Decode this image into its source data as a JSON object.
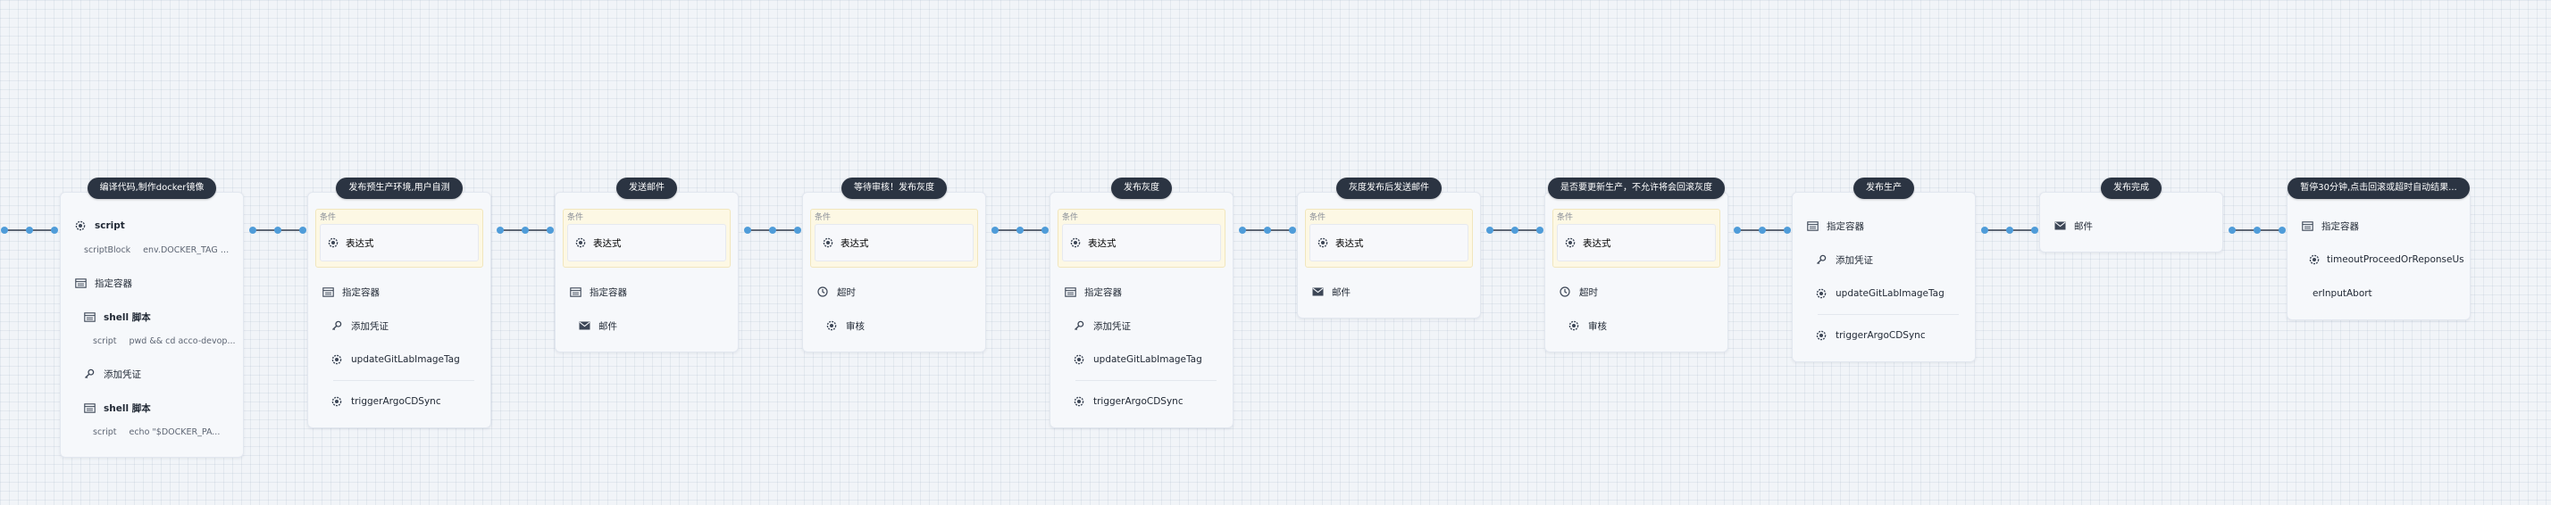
{
  "stages": [
    {
      "title": "编译代码,制作docker镜像",
      "condition": null,
      "steps": [
        {
          "icon": "gear-icon",
          "label": "script",
          "sub": [
            {
              "key": "scriptBlock",
              "value": "env.DOCKER_TAG = \"..."
            }
          ]
        },
        {
          "icon": "container-icon",
          "label": "指定容器"
        },
        {
          "icon": "container-icon",
          "label": "shell 脚本",
          "indent": true,
          "sub": [
            {
              "key": "script",
              "value": "pwd && cd acco-devop..."
            }
          ]
        },
        {
          "icon": "key-icon",
          "label": "添加凭证",
          "indent": true
        },
        {
          "icon": "container-icon",
          "label": "shell 脚本",
          "indent": true,
          "sub": [
            {
              "key": "script",
              "value": "echo \"$DOCKER_PA..."
            }
          ]
        }
      ]
    },
    {
      "title": "发布预生产环境,用户自测",
      "condition": {
        "label": "条件",
        "expr": "表达式"
      },
      "steps": [
        {
          "icon": "container-icon",
          "label": "指定容器"
        },
        {
          "icon": "key-icon",
          "label": "添加凭证",
          "indent": true
        },
        {
          "icon": "gear-icon",
          "label": "updateGitLabImageTag",
          "indent": true
        },
        {
          "icon": "gear-icon",
          "label": "triggerArgoCDSync",
          "indent": true
        }
      ]
    },
    {
      "title": "发送邮件",
      "condition": {
        "label": "条件",
        "expr": "表达式"
      },
      "steps": [
        {
          "icon": "container-icon",
          "label": "指定容器"
        },
        {
          "icon": "mail-icon",
          "label": "邮件",
          "indent": true
        }
      ]
    },
    {
      "title": "等待审核！发布灰度",
      "condition": {
        "label": "条件",
        "expr": "表达式"
      },
      "steps": [
        {
          "icon": "clock-icon",
          "label": "超时"
        },
        {
          "icon": "gear-icon",
          "label": "审核",
          "indent": true
        }
      ]
    },
    {
      "title": "发布灰度",
      "condition": {
        "label": "条件",
        "expr": "表达式"
      },
      "steps": [
        {
          "icon": "container-icon",
          "label": "指定容器"
        },
        {
          "icon": "key-icon",
          "label": "添加凭证",
          "indent": true
        },
        {
          "icon": "gear-icon",
          "label": "updateGitLabImageTag",
          "indent": true
        },
        {
          "icon": "gear-icon",
          "label": "triggerArgoCDSync",
          "indent": true
        }
      ]
    },
    {
      "title": "灰度发布后发送邮件",
      "condition": {
        "label": "条件",
        "expr": "表达式"
      },
      "steps": [
        {
          "icon": "mail-icon",
          "label": "邮件"
        }
      ]
    },
    {
      "title": "是否要更新生产，不允许将会回滚灰度",
      "condition": {
        "label": "条件",
        "expr": "表达式"
      },
      "steps": [
        {
          "icon": "clock-icon",
          "label": "超时"
        },
        {
          "icon": "gear-icon",
          "label": "审核",
          "indent": true
        }
      ]
    },
    {
      "title": "发布生产",
      "condition": null,
      "steps": [
        {
          "icon": "container-icon",
          "label": "指定容器"
        },
        {
          "icon": "key-icon",
          "label": "添加凭证",
          "indent": true
        },
        {
          "icon": "gear-icon",
          "label": "updateGitLabImageTag",
          "indent": true
        },
        {
          "icon": "gear-icon",
          "label": "triggerArgoCDSync",
          "indent": true
        }
      ]
    },
    {
      "title": "发布完成",
      "condition": null,
      "steps": [
        {
          "icon": "mail-icon",
          "label": "邮件"
        }
      ]
    },
    {
      "title": "暂停30分钟,点击回滚或超时自动结果...",
      "condition": null,
      "steps": [
        {
          "icon": "container-icon",
          "label": "指定容器"
        },
        {
          "icon": "gear-icon",
          "label": "timeoutProceedOrReponseUs",
          "indent": true
        },
        {
          "icon": null,
          "label": "erInputAbort",
          "indent": true
        }
      ]
    }
  ],
  "colors": {
    "title_bg": "#2b3442",
    "connector_line": "#2f3a4a",
    "connector_dot": "#4f9cd9",
    "condition_bg": "#fdf8e4"
  }
}
